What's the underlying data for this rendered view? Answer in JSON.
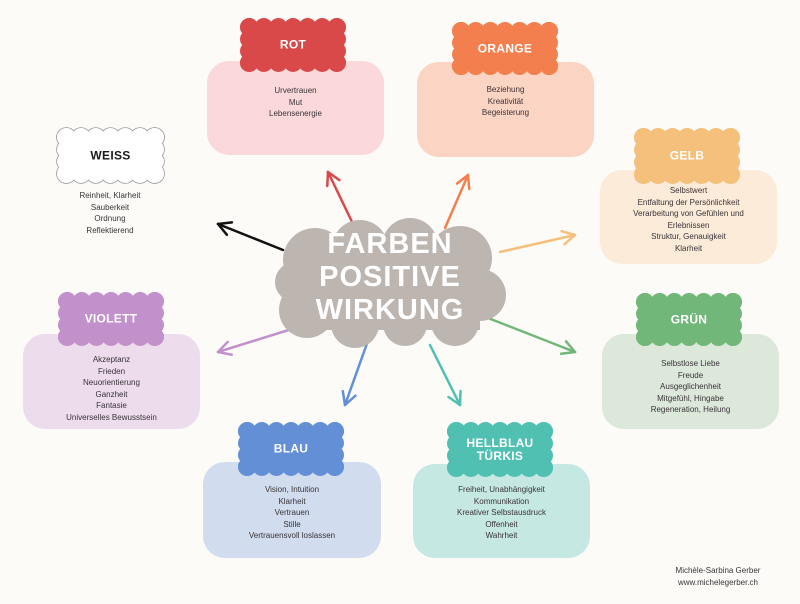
{
  "center": {
    "lines": [
      "FARBEN",
      "POSITIVE",
      "WIRKUNG"
    ],
    "color": "#bcb5b0"
  },
  "colors": [
    {
      "key": "rot",
      "title": "ROT",
      "cloud": "#d9494a",
      "box": "#fbd9da",
      "items": [
        "Urvertrauen",
        "Mut",
        "Lebensenergie"
      ]
    },
    {
      "key": "orange",
      "title": "ORANGE",
      "cloud": "#f47f4e",
      "box": "#fcd4c3",
      "items": [
        "Beziehung",
        "Kreativität",
        "Begeisterung"
      ]
    },
    {
      "key": "gelb",
      "title": "GELB",
      "cloud": "#f5c07c",
      "box": "#fbebd8",
      "items": [
        "Selbstwert",
        "Entfaltung der Persönlichkeit",
        "Verarbeitung von Gefühlen und",
        "Erlebnissen",
        "Struktur, Genauigkeit",
        "Klarheit"
      ]
    },
    {
      "key": "gruen",
      "title": "GRÜN",
      "cloud": "#72b77a",
      "box": "#dbe8da",
      "items": [
        "Selbstlose Liebe",
        "Freude",
        "Ausgeglichenheit",
        "Mitgefühl, Hingabe",
        "Regeneration, Heilung"
      ]
    },
    {
      "key": "hellblau",
      "title": "HELLBLAU",
      "title2": "TÜRKIS",
      "cloud": "#4fc0b1",
      "box": "#c6e8e3",
      "items": [
        "Freiheit, Unabhängigkeit",
        "Kommunikation",
        "Kreativer Selbstausdruck",
        "Offenheit",
        "Wahrheit"
      ]
    },
    {
      "key": "blau",
      "title": "BLAU",
      "cloud": "#628fd6",
      "box": "#d1dcee",
      "items": [
        "Vision, Intuition",
        "Klarheit",
        "Vertrauen",
        "Stille",
        "Vertrauensvoll loslassen"
      ]
    },
    {
      "key": "violett",
      "title": "VIOLETT",
      "cloud": "#c291cc",
      "box": "#ecdcec",
      "items": [
        "Akzeptanz",
        "Frieden",
        "Neuorientierung",
        "Ganzheit",
        "Fantasie",
        "Universelles Bewusstsein"
      ]
    },
    {
      "key": "weiss",
      "title": "WEISS",
      "cloud": "#ffffff",
      "box": "transparent",
      "items": [
        "Reinheit, Klarheit",
        "Sauberkeit",
        "Ordnung",
        "Reflektierend"
      ]
    }
  ],
  "signature": {
    "name": "Michèle-Sarbina Gerber",
    "website": "www.michelegerber.ch"
  }
}
